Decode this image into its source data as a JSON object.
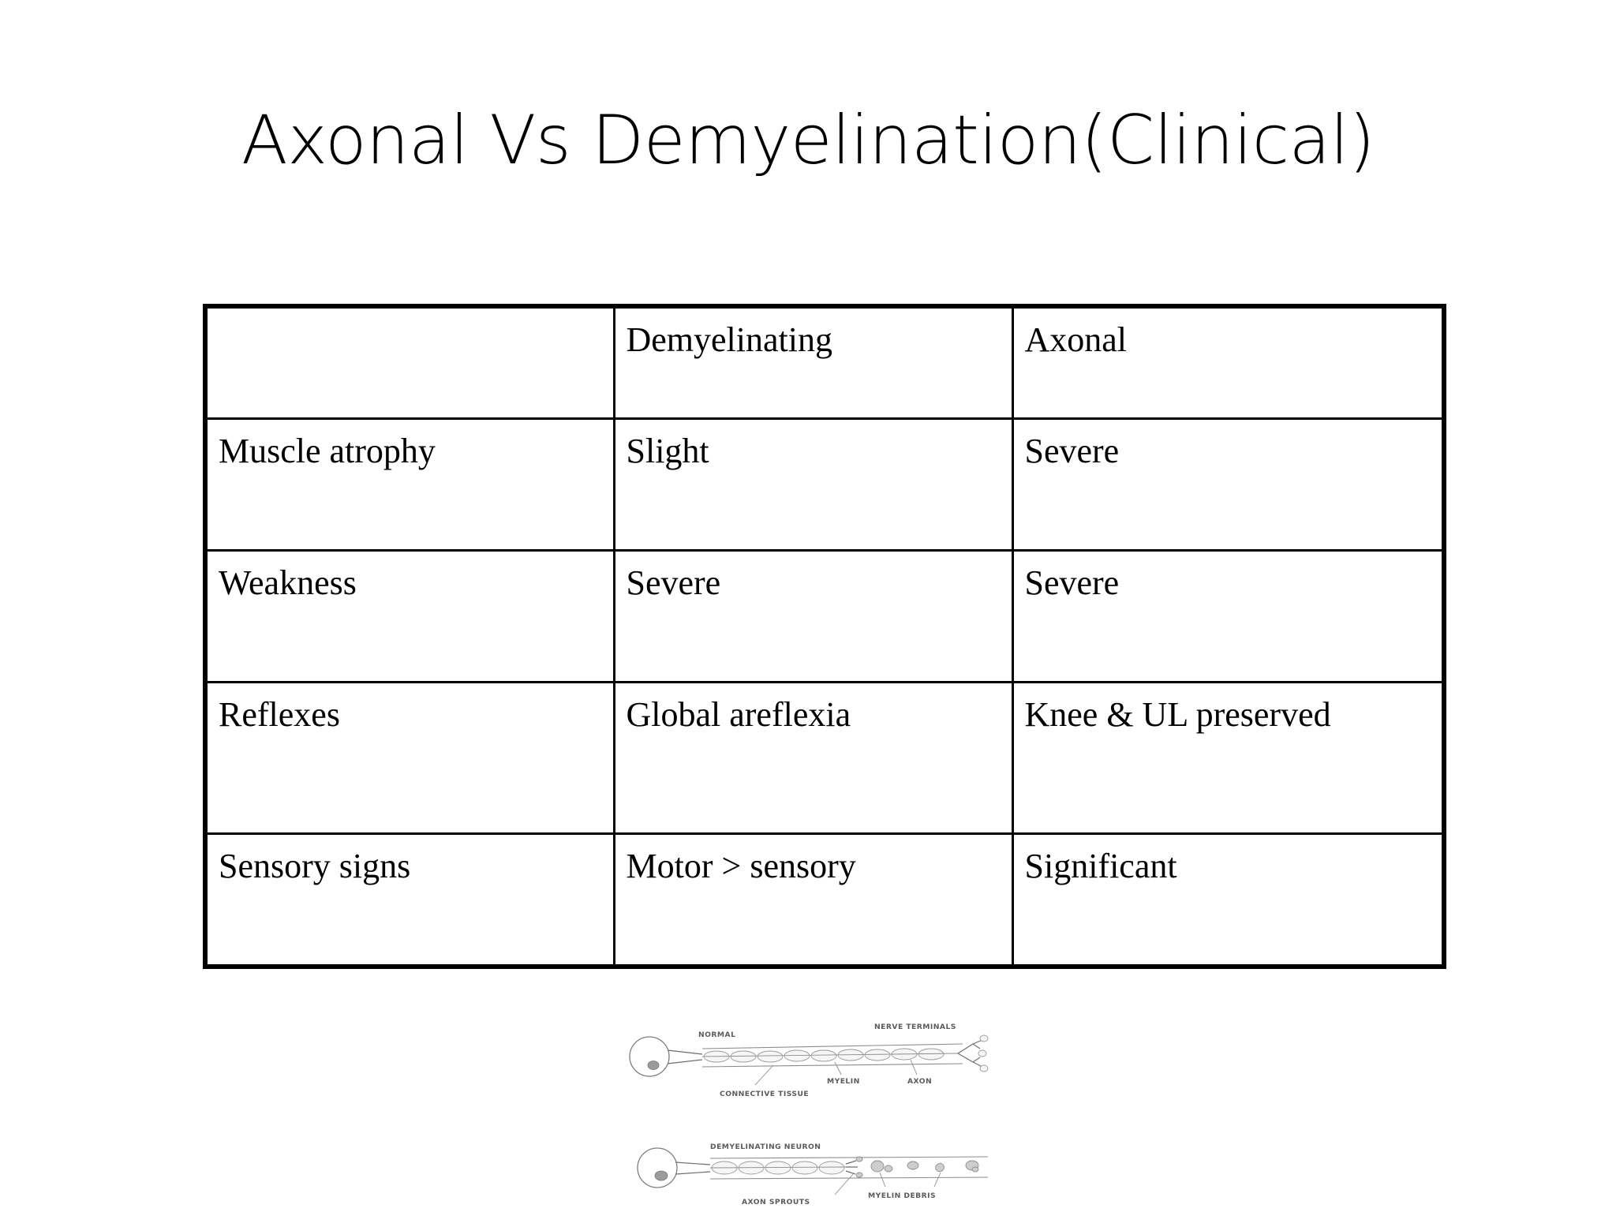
{
  "slide": {
    "title": "Axonal Vs  Demyelination(Clinical)"
  },
  "table": {
    "columns": [
      "",
      "Demyelinating",
      "Axonal"
    ],
    "rows": [
      {
        "label": "Muscle atrophy",
        "demyelinating": "Slight",
        "axonal": "Severe"
      },
      {
        "label": "Weakness",
        "demyelinating": "Severe",
        "axonal": "Severe"
      },
      {
        "label": "Reflexes",
        "demyelinating": "Global areflexia",
        "axonal": "Knee & UL preserved"
      },
      {
        "label": "Sensory signs",
        "demyelinating": "Motor > sensory",
        "axonal": "Significant"
      }
    ]
  },
  "diagrams": [
    {
      "name": "normal-neuron",
      "labels": {
        "title": "NORMAL",
        "nerve_terminals": "NERVE TERMINALS",
        "myelin": "MYELIN",
        "axon": "AXON",
        "connective_tissue": "CONNECTIVE  TISSUE"
      }
    },
    {
      "name": "demyelinating-neuron",
      "labels": {
        "title": "DEMYELINATING NEURON",
        "axon_sprouts": "AXON  SPROUTS",
        "myelin_debris": "MYELIN  DEBRIS"
      }
    }
  ],
  "colors": {
    "background": "#ffffff",
    "text": "#000000",
    "table_border": "#000000",
    "diagram_ink": "#8a8a8a"
  }
}
